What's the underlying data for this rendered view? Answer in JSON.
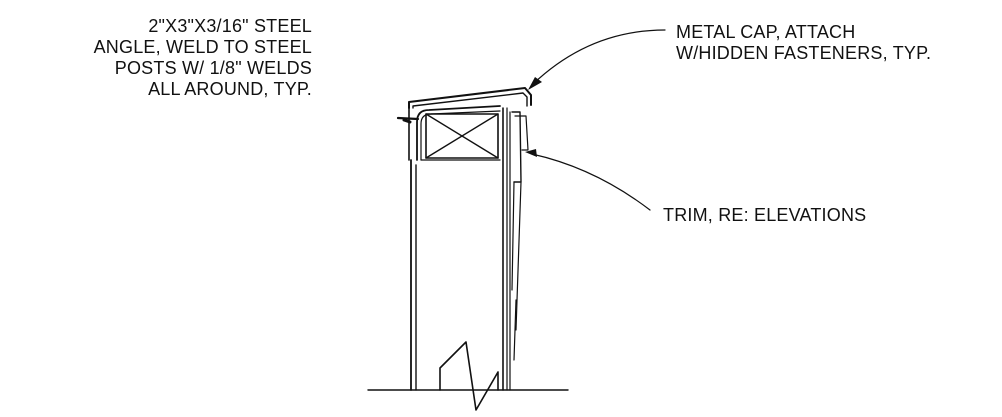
{
  "notes": {
    "steel_angle": {
      "lines": [
        "2\"X3\"X3/16\" STEEL",
        "ANGLE, WELD TO STEEL",
        "POSTS W/ 1/8\" WELDS",
        "ALL AROUND, TYP."
      ]
    },
    "metal_cap": {
      "lines": [
        "METAL CAP, ATTACH",
        "W/HIDDEN FASTENERS, TYP."
      ]
    },
    "trim": {
      "lines": [
        "TRIM, RE: ELEVATIONS"
      ]
    }
  },
  "colors": {
    "linework": "#111111",
    "background": "#ffffff"
  }
}
